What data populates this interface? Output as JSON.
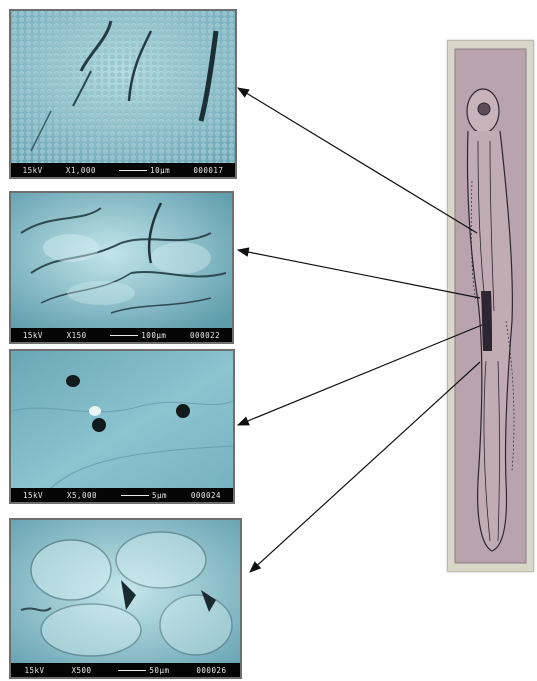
{
  "panels": [
    {
      "id": "p1",
      "texture": "scaly-surface",
      "base": "#93c4cf",
      "readout": [
        "15kV",
        "X1,000",
        "10µm",
        "000017"
      ]
    },
    {
      "id": "p2",
      "texture": "folded-cells",
      "base": "#86bccb",
      "readout": [
        "15kV",
        "X150",
        "100µm",
        "000022"
      ]
    },
    {
      "id": "p3",
      "texture": "smooth-pores",
      "base": "#7fb9c7",
      "readout": [
        "15kV",
        "X5,000",
        "5µm",
        "000024"
      ]
    },
    {
      "id": "p4",
      "texture": "clustered-cells",
      "base": "#90c2cf",
      "readout": [
        "15kV",
        "X500",
        "50µm",
        "000026"
      ]
    }
  ],
  "specimen": {
    "frame_color": "#d8d7c8",
    "fill_color": "#b9a3ad",
    "ink_color": "#2c2630"
  },
  "colors": {
    "arrow": "#111111",
    "scalebar_bg": "#050505",
    "scalebar_text": "#e9e9e9"
  }
}
